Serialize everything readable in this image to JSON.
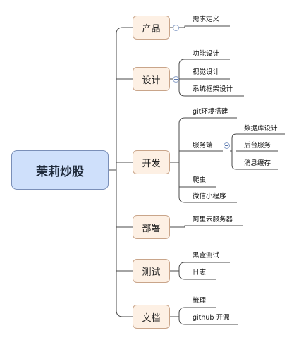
{
  "root": {
    "label": "茉莉炒股"
  },
  "categories": [
    {
      "id": "product",
      "label": "产品",
      "children": [
        "需求定义"
      ]
    },
    {
      "id": "design",
      "label": "设计",
      "children": [
        "功能设计",
        "视觉设计",
        "系统框架设计"
      ]
    },
    {
      "id": "dev",
      "label": "开发",
      "children": [
        "git环境搭建",
        "服务端",
        "爬虫",
        "微信小程序"
      ],
      "server_children": [
        "数据库设计",
        "后台服务",
        "消息缓存"
      ]
    },
    {
      "id": "deploy",
      "label": "部署",
      "children": [
        "阿里云服务器"
      ]
    },
    {
      "id": "test",
      "label": "测试",
      "children": [
        "黑盒测试",
        "日志"
      ]
    },
    {
      "id": "docs",
      "label": "文档",
      "children": [
        "梳理",
        "github 开源"
      ]
    }
  ],
  "colors": {
    "line": "#4a4a4a",
    "root_fill": "#cfe0fb",
    "category_fill": "#fdf0e4",
    "toggle": "#5b77ad"
  }
}
